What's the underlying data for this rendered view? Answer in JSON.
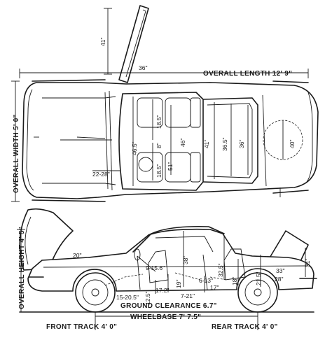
{
  "labels": {
    "overall_length": "OVERALL LENGTH 12' 9\"",
    "overall_width": "OVERALL WIDTH 5' 0\"",
    "overall_height": "OVERALL HEIGHT 4' 5\"",
    "ground_clearance": "GROUND CLEARANCE 6.7\"",
    "wheelbase": "WHEELBASE 7' 7.5\"",
    "front_track": "FRONT TRACK 4' 0\"",
    "rear_track": "REAR TRACK 4' 0\""
  },
  "top_view_dims": {
    "bonnet_open_height": "41\"",
    "bonnet_angle": "36\"",
    "seat_width_top": "18.5\"",
    "seat_width_bottom": "18.5\"",
    "cabin_width": "46.5\"",
    "seat_gap": "8\"",
    "seat_back_width": "46\"",
    "rear_seat_width": "41\"",
    "boot_width": "36.5\"",
    "boot_inner": "36\"",
    "seat_depth": "51\"",
    "pedal_distance": "22-28\"",
    "spare_wheel": "40\""
  },
  "side_view_dims": {
    "bonnet_angle": "20\"",
    "headroom": "38\"",
    "seat_height": "9-15.6\"",
    "seat_angle": "15-20.5\"",
    "leg_room": "17.2\"",
    "cushion_height": "19\"",
    "step_height": "12.5\"",
    "rear_leg": "7-21\"",
    "door_height": "6-13\"",
    "rear_seat_height": "32.5\"",
    "rear_knee": "17\"",
    "boot_depth": "18\"",
    "rear_head": "21.5\"",
    "boot_height": "31\"",
    "boot_length": "33\"",
    "boot_floor": "28\""
  }
}
